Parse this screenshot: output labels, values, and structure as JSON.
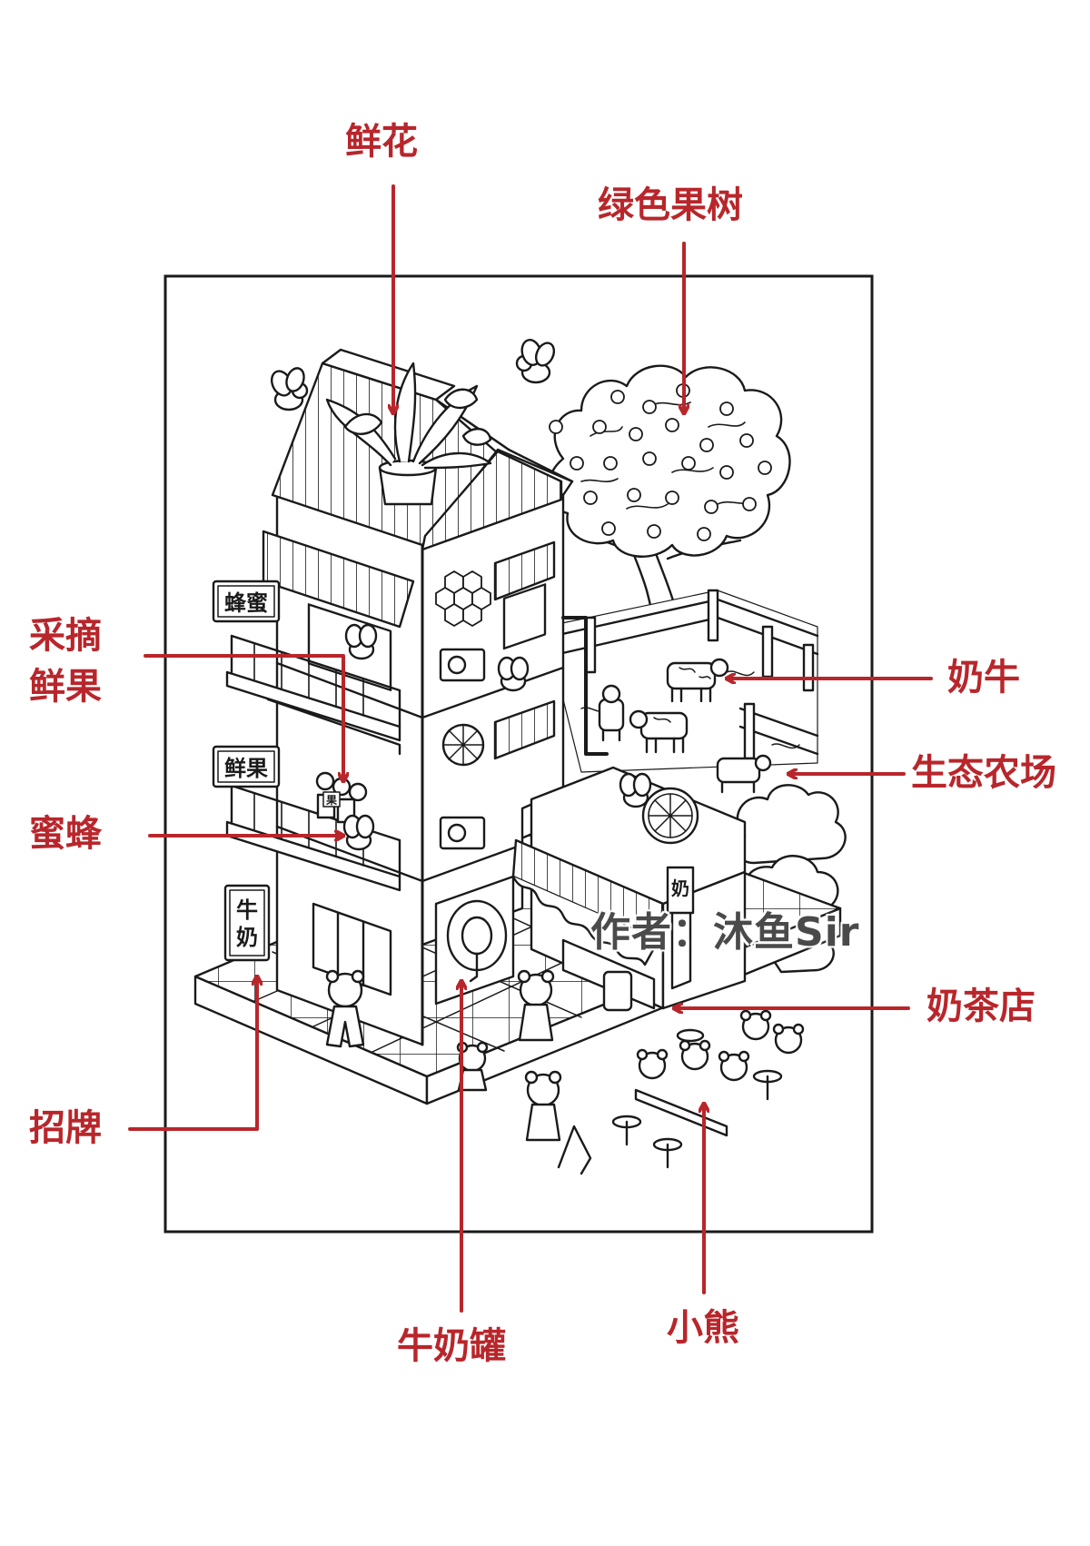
{
  "colors": {
    "annotation": "#b8262b",
    "line_art": "#1a1a1a",
    "background": "#ffffff"
  },
  "watermark": "作者：沐鱼Sir",
  "signs": {
    "honey": "蜂蜜",
    "fruit": "鲜果",
    "milk_top": "牛",
    "milk_bottom": "奶",
    "shop": "奶",
    "jar_tag": "果"
  },
  "labels": {
    "flowers": "鲜花",
    "fruit_tree": "绿色果树",
    "pick_fruit_line1": "采摘",
    "pick_fruit_line2": "鲜果",
    "bees": "蜜蜂",
    "signboard": "招牌",
    "cows": "奶牛",
    "eco_farm": "生态农场",
    "milk_tea_shop": "奶茶店",
    "milk_tank": "牛奶罐",
    "little_bears": "小熊"
  }
}
